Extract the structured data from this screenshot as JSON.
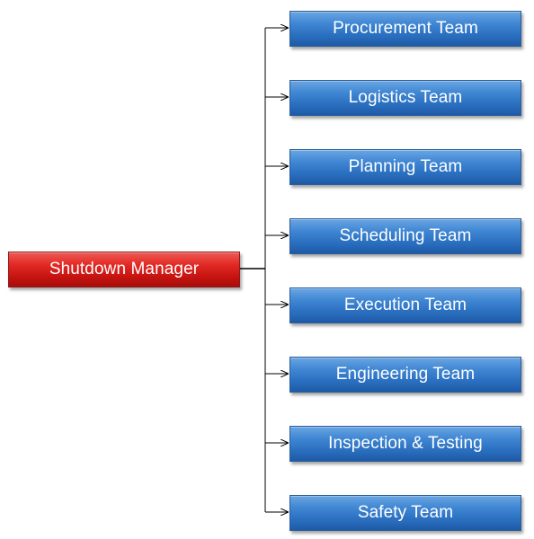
{
  "diagram": {
    "root": {
      "label": "Shutdown Manager",
      "color": "#d21e1a"
    },
    "team_color": "#3479c8",
    "connector_color": "#000000",
    "teams": [
      {
        "label": "Procurement Team"
      },
      {
        "label": "Logistics Team"
      },
      {
        "label": "Planning Team"
      },
      {
        "label": "Scheduling Team"
      },
      {
        "label": "Execution Team"
      },
      {
        "label": "Engineering Team"
      },
      {
        "label": "Inspection & Testing"
      },
      {
        "label": "Safety Team"
      }
    ]
  }
}
